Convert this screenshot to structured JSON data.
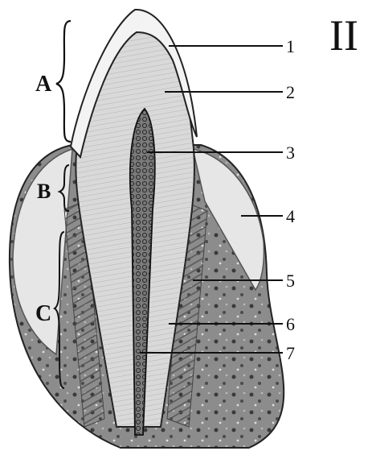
{
  "figure": {
    "panel_label": "II"
  },
  "region_labels": [
    {
      "id": "region-a",
      "text": "A"
    },
    {
      "id": "region-b",
      "text": "B"
    },
    {
      "id": "region-c",
      "text": "C"
    }
  ],
  "part_numbers": [
    "1",
    "2",
    "3",
    "4",
    "5",
    "6",
    "7"
  ],
  "colors": {
    "ink": "#111111",
    "enamel": "#f2f2f2",
    "dentin": "#dcdcdc",
    "pulp": "#6e6e6e",
    "bone": "#8c8c8c",
    "gingiva": "#e8e8e8"
  }
}
